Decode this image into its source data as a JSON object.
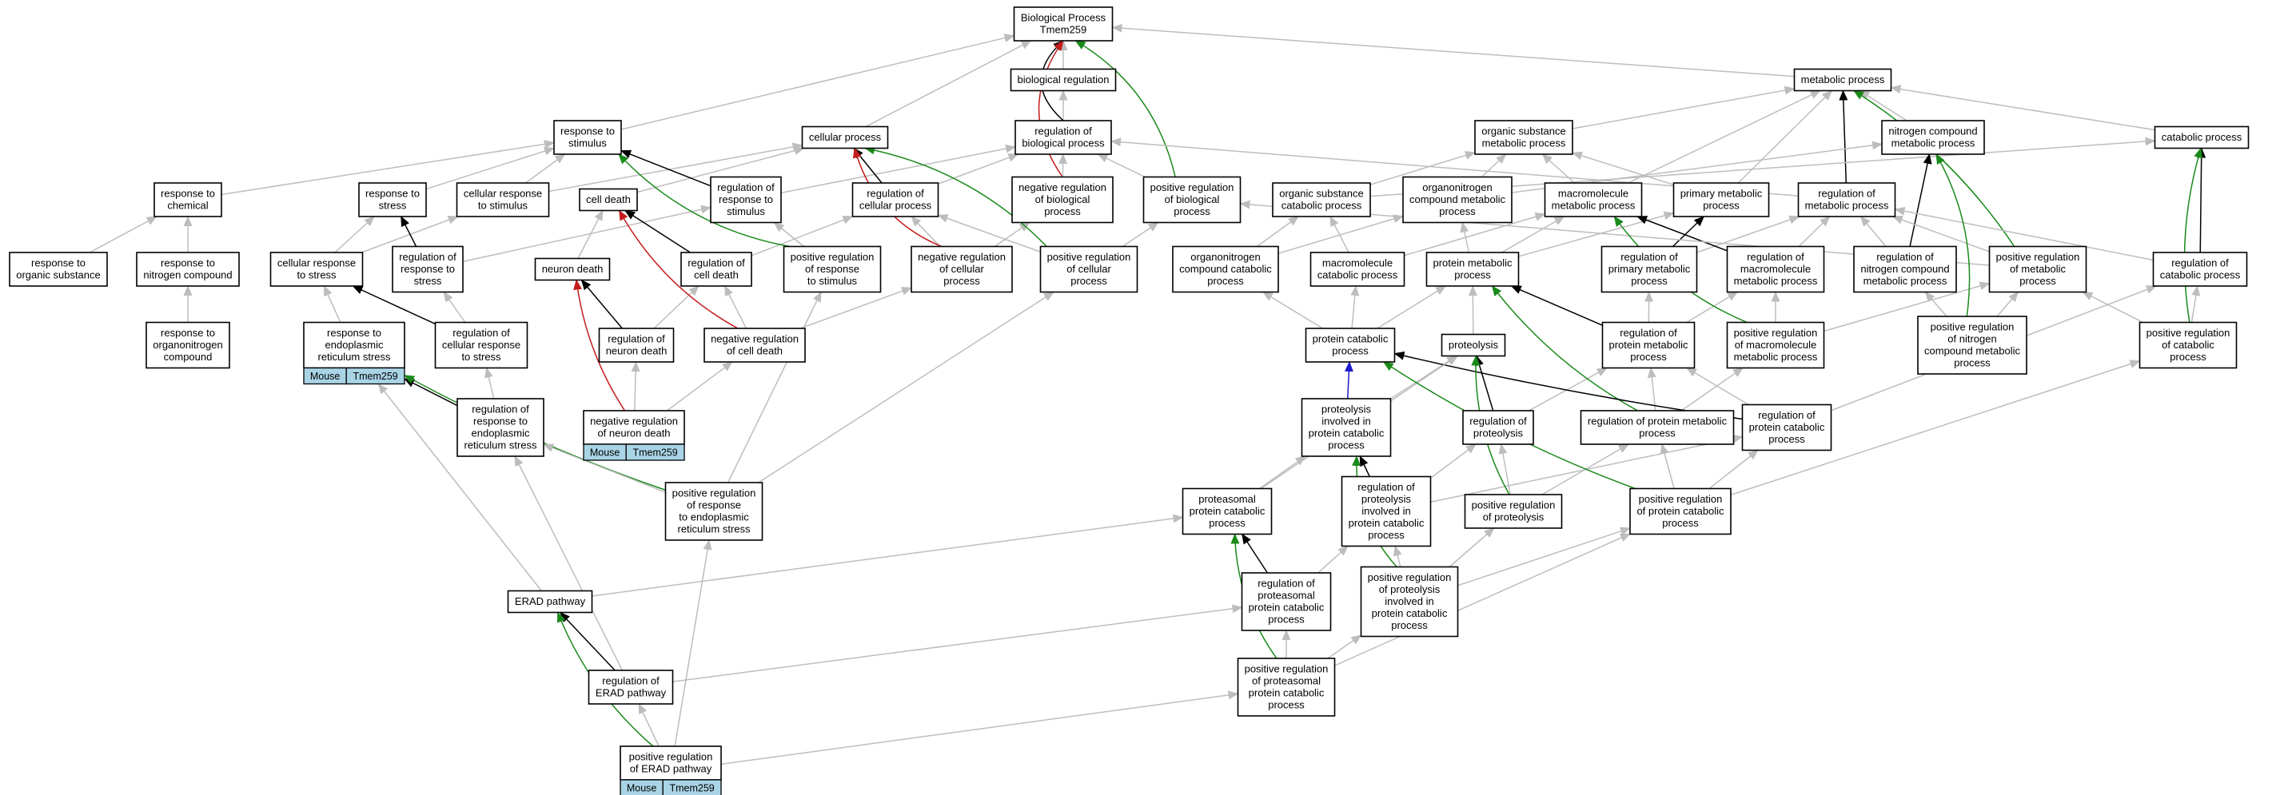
{
  "colors": {
    "gray": "#bdbdbd",
    "black": "#000000",
    "green": "#1a8a1a",
    "red": "#c41c1c",
    "blue": "#1c1ccc",
    "badge": "#a9d4e6"
  },
  "nodes": [
    {
      "id": "bp",
      "lines": [
        "Biological Process",
        "Tmem259"
      ]
    },
    {
      "id": "br",
      "lines": [
        "biological regulation"
      ]
    },
    {
      "id": "mp",
      "lines": [
        "metabolic process"
      ]
    },
    {
      "id": "rts",
      "lines": [
        "response to",
        "stimulus"
      ]
    },
    {
      "id": "cp",
      "lines": [
        "cellular process"
      ]
    },
    {
      "id": "rbp",
      "lines": [
        "regulation of",
        "biological process"
      ]
    },
    {
      "id": "osmp",
      "lines": [
        "organic substance",
        "metabolic process"
      ]
    },
    {
      "id": "ncmp",
      "lines": [
        "nitrogen compound",
        "metabolic process"
      ]
    },
    {
      "id": "catp",
      "lines": [
        "catabolic process"
      ]
    },
    {
      "id": "rtc",
      "lines": [
        "response to",
        "chemical"
      ]
    },
    {
      "id": "rtstress",
      "lines": [
        "response to",
        "stress"
      ]
    },
    {
      "id": "crts",
      "lines": [
        "cellular response",
        "to stimulus"
      ]
    },
    {
      "id": "cd",
      "lines": [
        "cell death"
      ]
    },
    {
      "id": "rrts",
      "lines": [
        "regulation of",
        "response to",
        "stimulus"
      ]
    },
    {
      "id": "rcp",
      "lines": [
        "regulation of",
        "cellular process"
      ]
    },
    {
      "id": "nrbp",
      "lines": [
        "negative regulation",
        "of biological",
        "process"
      ]
    },
    {
      "id": "prbp",
      "lines": [
        "positive regulation",
        "of biological",
        "process"
      ]
    },
    {
      "id": "oscp",
      "lines": [
        "organic substance",
        "catabolic process"
      ]
    },
    {
      "id": "oncmp",
      "lines": [
        "organonitrogen",
        "compound metabolic",
        "process"
      ]
    },
    {
      "id": "mmp",
      "lines": [
        "macromolecule",
        "metabolic process"
      ]
    },
    {
      "id": "pmp",
      "lines": [
        "primary metabolic",
        "process"
      ]
    },
    {
      "id": "rmp",
      "lines": [
        "regulation of",
        "metabolic process"
      ]
    },
    {
      "id": "rtos",
      "lines": [
        "response to",
        "organic substance"
      ]
    },
    {
      "id": "rtnc",
      "lines": [
        "response to",
        "nitrogen compound"
      ]
    },
    {
      "id": "crtstress",
      "lines": [
        "cellular response",
        "to stress"
      ]
    },
    {
      "id": "rrtstress",
      "lines": [
        "regulation of",
        "response to",
        "stress"
      ]
    },
    {
      "id": "nd",
      "lines": [
        "neuron death"
      ]
    },
    {
      "id": "rcd",
      "lines": [
        "regulation of",
        "cell death"
      ]
    },
    {
      "id": "prrts",
      "lines": [
        "positive regulation",
        "of response",
        "to stimulus"
      ]
    },
    {
      "id": "nrcp",
      "lines": [
        "negative regulation",
        "of cellular",
        "process"
      ]
    },
    {
      "id": "prcp",
      "lines": [
        "positive regulation",
        "of cellular",
        "process"
      ]
    },
    {
      "id": "onccp",
      "lines": [
        "organonitrogen",
        "compound catabolic",
        "process"
      ]
    },
    {
      "id": "mcp",
      "lines": [
        "macromolecule",
        "catabolic process"
      ]
    },
    {
      "id": "protmp",
      "lines": [
        "protein metabolic",
        "process"
      ]
    },
    {
      "id": "rprimp",
      "lines": [
        "regulation of",
        "primary metabolic",
        "process"
      ]
    },
    {
      "id": "rmmp",
      "lines": [
        "regulation of",
        "macromolecule",
        "metabolic process"
      ]
    },
    {
      "id": "rncmp",
      "lines": [
        "regulation of",
        "nitrogen compound",
        "metabolic process"
      ]
    },
    {
      "id": "prmp",
      "lines": [
        "positive regulation",
        "of metabolic",
        "process"
      ]
    },
    {
      "id": "rcatp",
      "lines": [
        "regulation of",
        "catabolic process"
      ]
    },
    {
      "id": "rtonc",
      "lines": [
        "response to",
        "organonitrogen",
        "compound"
      ]
    },
    {
      "id": "rters",
      "lines": [
        "response to",
        "endoplasmic",
        "reticulum stress"
      ],
      "badge": [
        "Mouse",
        "Tmem259"
      ]
    },
    {
      "id": "rcrtstress",
      "lines": [
        "regulation of",
        "cellular response",
        "to stress"
      ]
    },
    {
      "id": "rnd",
      "lines": [
        "regulation of",
        "neuron death"
      ]
    },
    {
      "id": "nrcd",
      "lines": [
        "negative regulation",
        "of cell death"
      ]
    },
    {
      "id": "pcp",
      "lines": [
        "protein catabolic",
        "process"
      ]
    },
    {
      "id": "prot",
      "lines": [
        "proteolysis"
      ]
    },
    {
      "id": "rpmp",
      "lines": [
        "regulation of",
        "protein metabolic",
        "process"
      ]
    },
    {
      "id": "prmmp",
      "lines": [
        "positive regulation",
        "of macromolecule",
        "metabolic process"
      ]
    },
    {
      "id": "prncmp",
      "lines": [
        "positive regulation",
        "of nitrogen",
        "compound metabolic",
        "process"
      ]
    },
    {
      "id": "prcatp",
      "lines": [
        "positive regulation",
        "of catabolic",
        "process"
      ]
    },
    {
      "id": "rrters",
      "lines": [
        "regulation of",
        "response to",
        "endoplasmic",
        "reticulum stress"
      ]
    },
    {
      "id": "nrnd",
      "lines": [
        "negative regulation",
        "of neuron death"
      ],
      "badge": [
        "Mouse",
        "Tmem259"
      ]
    },
    {
      "id": "pipcp",
      "lines": [
        "proteolysis",
        "involved in",
        "protein catabolic",
        "process"
      ]
    },
    {
      "id": "rprot",
      "lines": [
        "regulation of",
        "proteolysis"
      ]
    },
    {
      "id": "rprpmp",
      "lines": [
        "regulation of protein metabolic",
        "process"
      ]
    },
    {
      "id": "rpcp",
      "lines": [
        "regulation of",
        "protein catabolic",
        "process"
      ]
    },
    {
      "id": "prrters",
      "lines": [
        "positive regulation",
        "of response",
        "to endoplasmic",
        "reticulum stress"
      ]
    },
    {
      "id": "ppcp",
      "lines": [
        "proteasomal",
        "protein catabolic",
        "process"
      ]
    },
    {
      "id": "rpipcp",
      "lines": [
        "regulation of",
        "proteolysis",
        "involved in",
        "protein catabolic",
        "process"
      ]
    },
    {
      "id": "prprot",
      "lines": [
        "positive regulation",
        "of proteolysis"
      ]
    },
    {
      "id": "prpcp",
      "lines": [
        "positive regulation",
        "of protein catabolic",
        "process"
      ]
    },
    {
      "id": "erad",
      "lines": [
        "ERAD pathway"
      ]
    },
    {
      "id": "rppcp",
      "lines": [
        "regulation of",
        "proteasomal",
        "protein catabolic",
        "process"
      ]
    },
    {
      "id": "prpipcp",
      "lines": [
        "positive regulation",
        "of proteolysis",
        "involved in",
        "protein catabolic",
        "process"
      ]
    },
    {
      "id": "rerad",
      "lines": [
        "regulation of",
        "ERAD pathway"
      ]
    },
    {
      "id": "prppcp",
      "lines": [
        "positive regulation",
        "of proteasomal",
        "protein catabolic",
        "process"
      ]
    },
    {
      "id": "prerad",
      "lines": [
        "positive regulation",
        "of ERAD pathway"
      ],
      "badge": [
        "Mouse",
        "Tmem259"
      ]
    }
  ]
}
